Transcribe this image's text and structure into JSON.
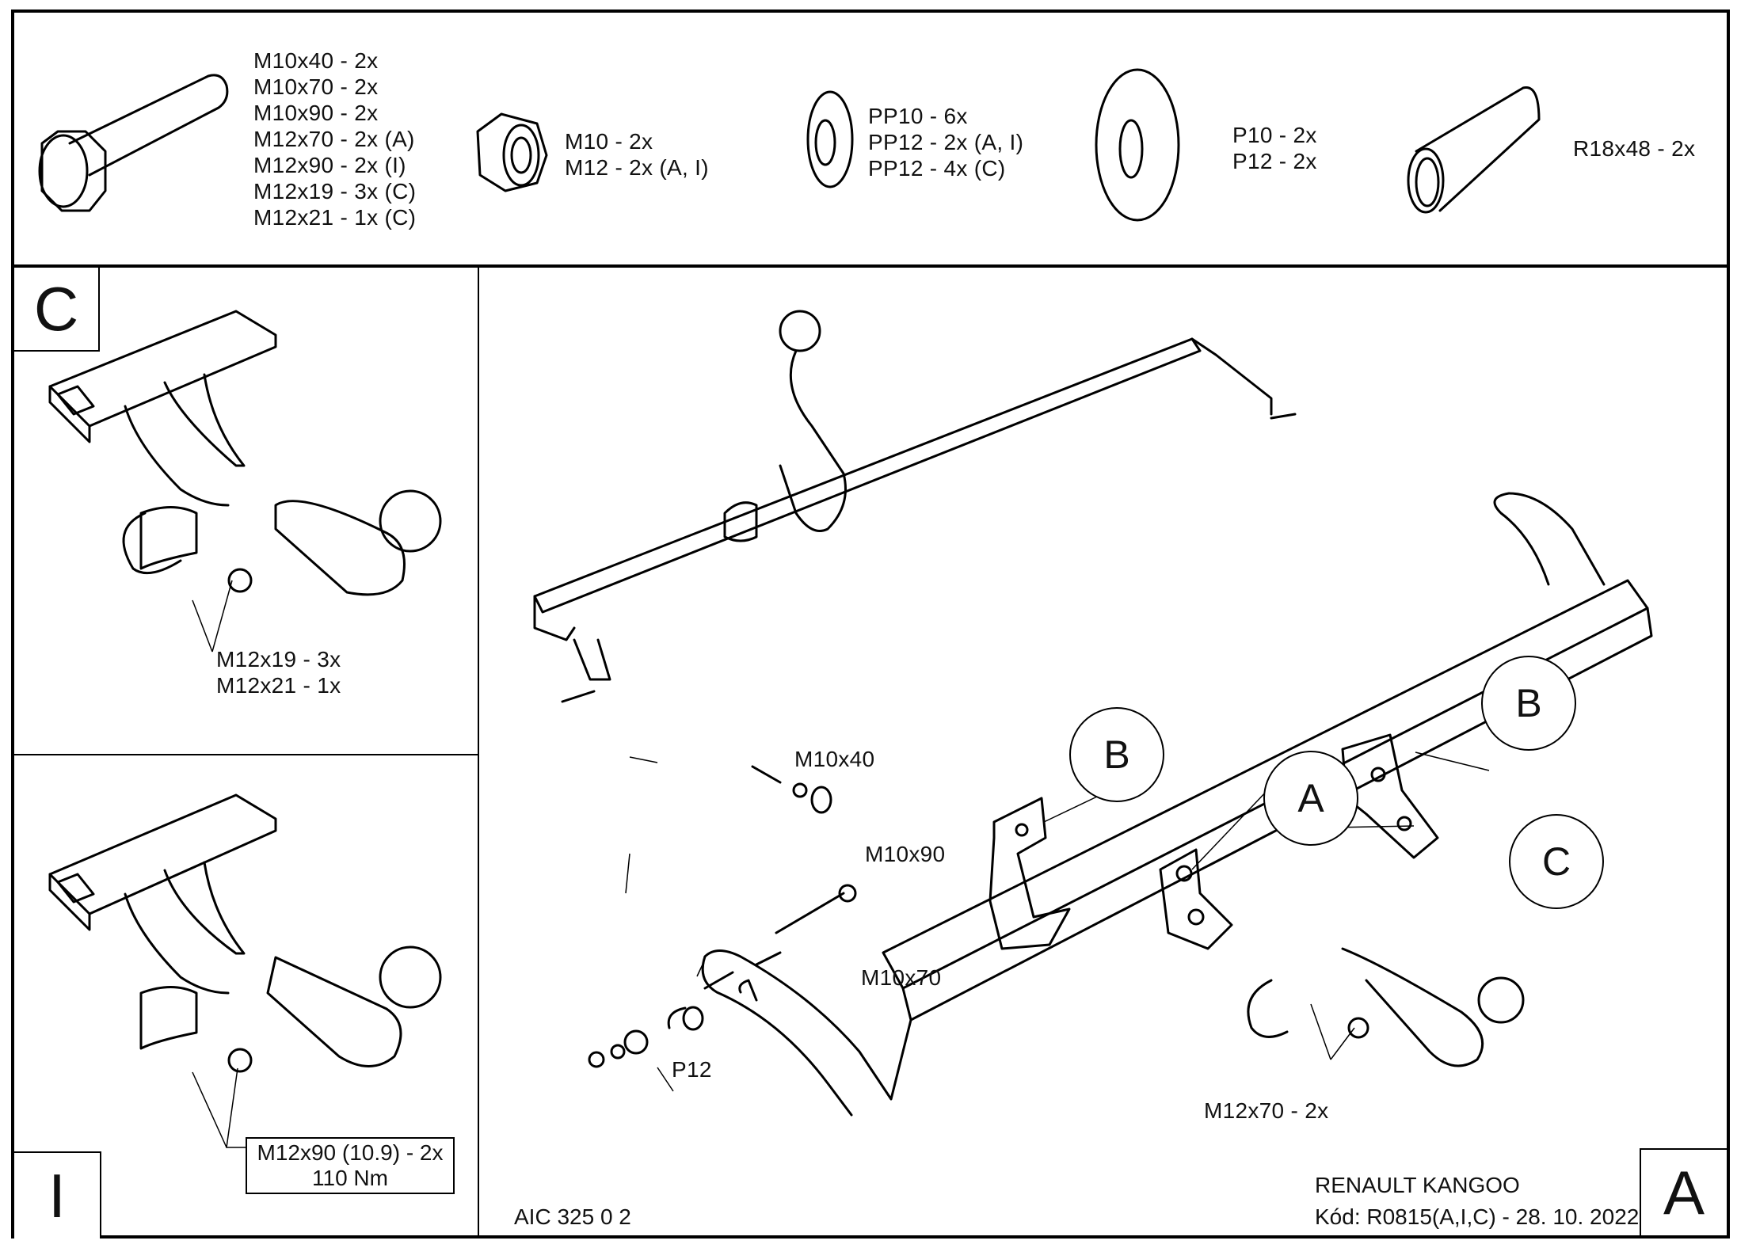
{
  "parts": {
    "bolts": {
      "icon": "hex-bolt-icon",
      "lines": [
        "M10x40 - 2x",
        "M10x70 - 2x",
        "M10x90 - 2x",
        "M12x70 - 2x (A)",
        "M12x90 - 2x (I)",
        "M12x19 - 3x (C)",
        "M12x21 - 1x (C)"
      ]
    },
    "nuts": {
      "icon": "hex-nut-icon",
      "lines": [
        "M10 - 2x",
        "M12 - 2x (A, I)"
      ]
    },
    "spring_washers": {
      "icon": "small-washer-icon",
      "lines": [
        "PP10 - 6x",
        "PP12 - 2x (A, I)",
        "PP12 - 4x (C)"
      ]
    },
    "washers": {
      "icon": "large-washer-icon",
      "lines": [
        "P10 - 2x",
        "P12 - 2x"
      ]
    },
    "spacer": {
      "icon": "spacer-tube-icon",
      "lines": [
        "R18x48 - 2x"
      ]
    }
  },
  "panel_c": {
    "letter": "C",
    "note": [
      "M12x19 - 3x",
      "M12x21 - 1x"
    ]
  },
  "panel_i": {
    "letter": "I",
    "note": [
      "M12x90 (10.9) - 2x",
      "110 Nm"
    ]
  },
  "main": {
    "letter": "A",
    "callouts": {
      "b1": "B",
      "b2": "B",
      "a": "A",
      "c": "C"
    },
    "labels": {
      "m10x40": "M10x40",
      "m10x90": "M10x90",
      "m10x70": "M10x70",
      "p12": "P12",
      "m12x70": "M12x70 - 2x"
    },
    "code": "AIC 325 0 2",
    "vehicle": "RENAULT KANGOO",
    "doc_code": "Kód: R0815(A,I,C) - 28. 10. 2022"
  }
}
